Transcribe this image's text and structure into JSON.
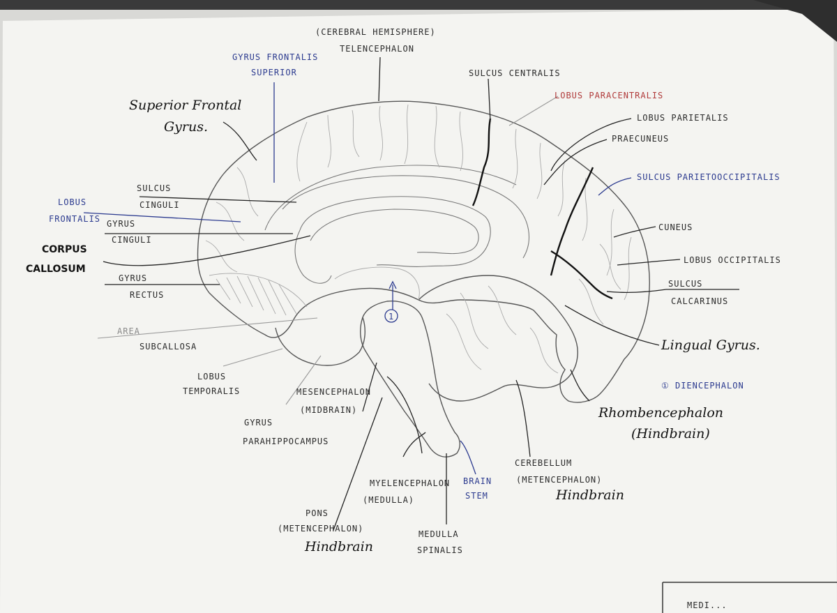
{
  "labels": {
    "cerebral_hemisphere": "(CEREBRAL HEMISPHERE)",
    "telencephalon": "TELENCEPHALON",
    "gyrus_frontalis_1": "GYRUS FRONTALIS",
    "gyrus_frontalis_2": "SUPERIOR",
    "superior_frontal_1": "Superior Frontal",
    "superior_frontal_2": "Gyrus.",
    "sulcus_cinguli_1": "SULCUS",
    "sulcus_cinguli_2": "CINGULI",
    "lobus_frontalis_1": "LOBUS",
    "lobus_frontalis_2": "FRONTALIS",
    "gyrus_cinguli_1": "GYRUS",
    "gyrus_cinguli_2": "CINGULI",
    "corpus_callosum_1": "CORPUS",
    "corpus_callosum_2": "CALLOSUM",
    "gyrus_rectus_1": "GYRUS",
    "gyrus_rectus_2": "RECTUS",
    "area_1": "AREA",
    "area_2": "SUBCALLOSA",
    "lobus_temporalis_1": "LOBUS",
    "lobus_temporalis_2": "TEMPORALIS",
    "gyrus_para_1": "GYRUS",
    "gyrus_para_2": "PARAHIPPOCAMPUS",
    "mesencephalon_1": "MESENCEPHALON",
    "mesencephalon_2": "(MIDBRAIN)",
    "pons_1": "PONS",
    "pons_2": "(METENCEPHALON)",
    "pons_3": "Hindbrain",
    "myelencephalon_1": "MYELENCEPHALON",
    "myelencephalon_2": "(MEDULLA)",
    "brain_stem_1": "BRAIN",
    "brain_stem_2": "STEM",
    "medulla_spinalis_1": "MEDULLA",
    "medulla_spinalis_2": "SPINALIS",
    "cerebellum_1": "CEREBELLUM",
    "cerebellum_2": "(METENCEPHALON)",
    "cerebellum_3": "Hindbrain",
    "sulcus_centralis": "SULCUS CENTRALIS",
    "lobus_paracentralis": "LOBUS PARACENTRALIS",
    "lobus_parietalis": "LOBUS PARIETALIS",
    "praecuneus": "PRAECUNEUS",
    "sulcus_parieto": "SULCUS PARIETOOCCIPITALIS",
    "cuneus": "CUNEUS",
    "lobus_occipitalis": "LOBUS OCCIPITALIS",
    "sulcus_calcarinus_1": "SULCUS",
    "sulcus_calcarinus_2": "CALCARINUS",
    "lingual_gyrus": "Lingual Gyrus.",
    "diencephalon_key": "① DIENCEPHALON",
    "rhombencephalon_1": "Rhombencephalon",
    "rhombencephalon_2": "(Hindbrain)",
    "marker": "1",
    "corner_tab": "MEDI..."
  },
  "colors": {
    "paper": "#f4f4f1",
    "ink": "#1a1a1a",
    "blue_ink": "#2b3a8f",
    "red_ink": "#b03a3a",
    "pencil": "#777777"
  }
}
